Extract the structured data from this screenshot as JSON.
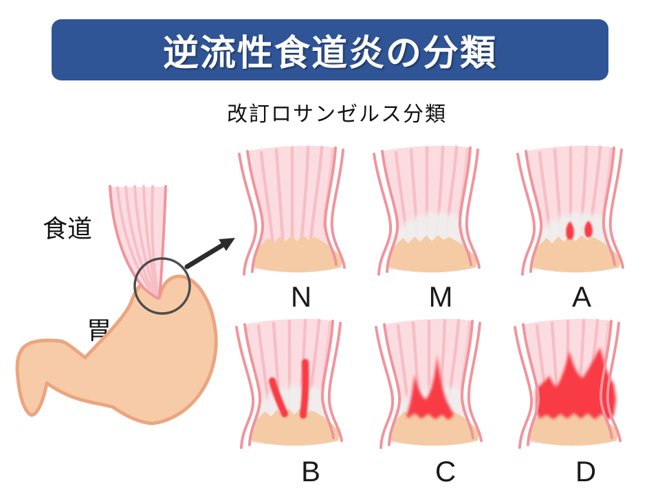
{
  "title": "逆流性食道炎の分類",
  "subtitle": "改訂ロサンゼルス分類",
  "anatomy": {
    "esophagus_label": "食道",
    "stomach_label": "胃"
  },
  "grades": [
    {
      "id": "N",
      "label": "N"
    },
    {
      "id": "M",
      "label": "M"
    },
    {
      "id": "A",
      "label": "A"
    },
    {
      "id": "B",
      "label": "B"
    },
    {
      "id": "C",
      "label": "C"
    },
    {
      "id": "D",
      "label": "D"
    }
  ],
  "colors": {
    "banner_bg": "#2F5597",
    "banner_text": "#FFFFFF",
    "text_color": "#111111",
    "eso_body": "#FBDCE0",
    "eso_stripe": "#F7BEC5",
    "eso_wall": "#F0949C",
    "mucosa_tan": "#F4CBA5",
    "erosion_red": "#F83B44",
    "white_band": "#F0EFEF",
    "stomach_fill": "#F7CBA7",
    "stomach_outline": "#ECA57F",
    "circle_stroke": "#4D4D4D",
    "arrow_color": "#2B2B2B"
  }
}
